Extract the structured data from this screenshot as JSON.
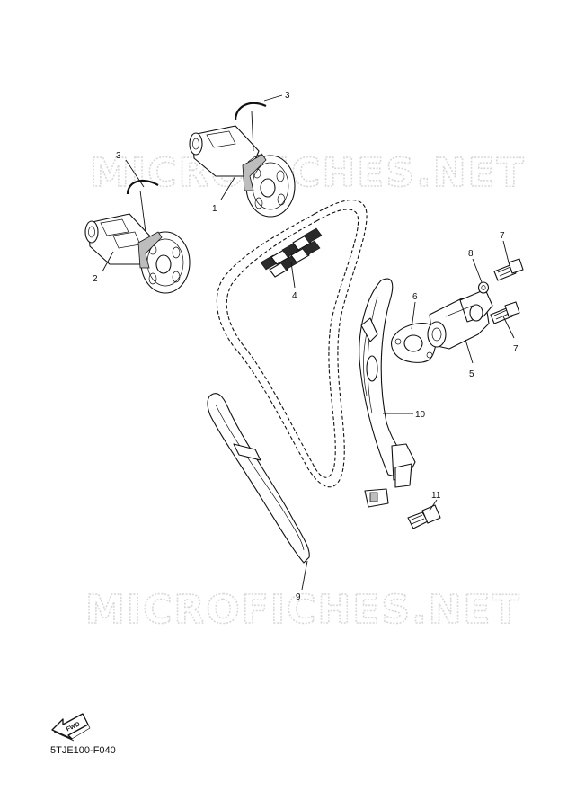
{
  "watermark": "MICROFICHES.NET",
  "fwd_label": "FWD",
  "drawing_code": "5TJE100-F040",
  "callouts": [
    "3",
    "3",
    "1",
    "2",
    "4",
    "8",
    "7",
    "6",
    "7",
    "5",
    "10",
    "11",
    "9"
  ]
}
